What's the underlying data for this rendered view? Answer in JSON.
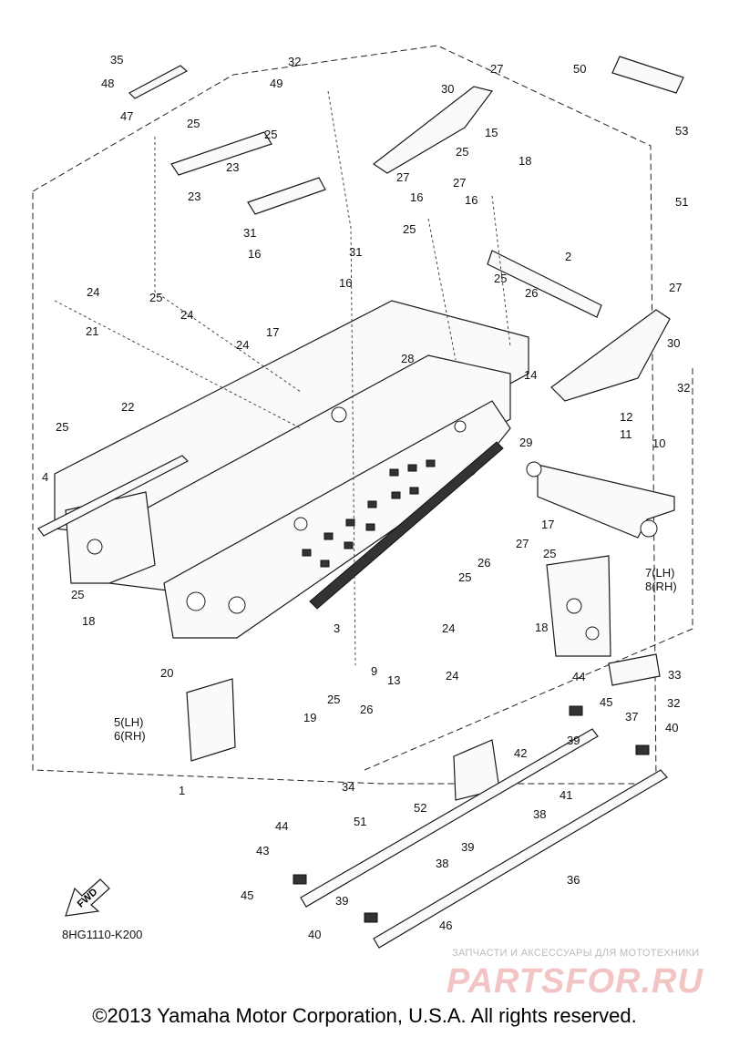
{
  "diagram": {
    "code": "8HG1110-K200",
    "fwd_label": "FWD",
    "callouts": [
      {
        "id": "1",
        "label": "1"
      },
      {
        "id": "2",
        "label": "2"
      },
      {
        "id": "3",
        "label": "3"
      },
      {
        "id": "4",
        "label": "4"
      },
      {
        "id": "5-6",
        "label": "5(LH)\n6(RH)"
      },
      {
        "id": "7-8",
        "label": "7(LH)\n8(RH)"
      },
      {
        "id": "9",
        "label": "9"
      },
      {
        "id": "10",
        "label": "10"
      },
      {
        "id": "11",
        "label": "11"
      },
      {
        "id": "12",
        "label": "12"
      },
      {
        "id": "13",
        "label": "13"
      },
      {
        "id": "14",
        "label": "14"
      },
      {
        "id": "15",
        "label": "15"
      },
      {
        "id": "16a",
        "label": "16"
      },
      {
        "id": "16b",
        "label": "16"
      },
      {
        "id": "16c",
        "label": "16"
      },
      {
        "id": "16d",
        "label": "16"
      },
      {
        "id": "17a",
        "label": "17"
      },
      {
        "id": "17b",
        "label": "17"
      },
      {
        "id": "18a",
        "label": "18"
      },
      {
        "id": "18b",
        "label": "18"
      },
      {
        "id": "18c",
        "label": "18"
      },
      {
        "id": "19",
        "label": "19"
      },
      {
        "id": "20",
        "label": "20"
      },
      {
        "id": "21",
        "label": "21"
      },
      {
        "id": "22",
        "label": "22"
      },
      {
        "id": "23a",
        "label": "23"
      },
      {
        "id": "23b",
        "label": "23"
      },
      {
        "id": "24a",
        "label": "24"
      },
      {
        "id": "24b",
        "label": "24"
      },
      {
        "id": "24c",
        "label": "24"
      },
      {
        "id": "24d",
        "label": "24"
      },
      {
        "id": "24e",
        "label": "24"
      },
      {
        "id": "25a",
        "label": "25"
      },
      {
        "id": "25b",
        "label": "25"
      },
      {
        "id": "25c",
        "label": "25"
      },
      {
        "id": "25d",
        "label": "25"
      },
      {
        "id": "25e",
        "label": "25"
      },
      {
        "id": "25f",
        "label": "25"
      },
      {
        "id": "25g",
        "label": "25"
      },
      {
        "id": "25h",
        "label": "25"
      },
      {
        "id": "25i",
        "label": "25"
      },
      {
        "id": "25j",
        "label": "25"
      },
      {
        "id": "25k",
        "label": "25"
      },
      {
        "id": "26a",
        "label": "26"
      },
      {
        "id": "26b",
        "label": "26"
      },
      {
        "id": "26c",
        "label": "26"
      },
      {
        "id": "27a",
        "label": "27"
      },
      {
        "id": "27b",
        "label": "27"
      },
      {
        "id": "27c",
        "label": "27"
      },
      {
        "id": "27d",
        "label": "27"
      },
      {
        "id": "27e",
        "label": "27"
      },
      {
        "id": "28",
        "label": "28"
      },
      {
        "id": "29",
        "label": "29"
      },
      {
        "id": "30a",
        "label": "30"
      },
      {
        "id": "30b",
        "label": "30"
      },
      {
        "id": "31a",
        "label": "31"
      },
      {
        "id": "31b",
        "label": "31"
      },
      {
        "id": "32a",
        "label": "32"
      },
      {
        "id": "32b",
        "label": "32"
      },
      {
        "id": "32c",
        "label": "32"
      },
      {
        "id": "33",
        "label": "33"
      },
      {
        "id": "34",
        "label": "34"
      },
      {
        "id": "35",
        "label": "35"
      },
      {
        "id": "36",
        "label": "36"
      },
      {
        "id": "37",
        "label": "37"
      },
      {
        "id": "38a",
        "label": "38"
      },
      {
        "id": "38b",
        "label": "38"
      },
      {
        "id": "39a",
        "label": "39"
      },
      {
        "id": "39b",
        "label": "39"
      },
      {
        "id": "39c",
        "label": "39"
      },
      {
        "id": "40a",
        "label": "40"
      },
      {
        "id": "40b",
        "label": "40"
      },
      {
        "id": "41",
        "label": "41"
      },
      {
        "id": "42",
        "label": "42"
      },
      {
        "id": "43",
        "label": "43"
      },
      {
        "id": "44a",
        "label": "44"
      },
      {
        "id": "44b",
        "label": "44"
      },
      {
        "id": "45a",
        "label": "45"
      },
      {
        "id": "45b",
        "label": "45"
      },
      {
        "id": "46",
        "label": "46"
      },
      {
        "id": "47",
        "label": "47"
      },
      {
        "id": "48",
        "label": "48"
      },
      {
        "id": "49",
        "label": "49"
      },
      {
        "id": "50",
        "label": "50"
      },
      {
        "id": "51a",
        "label": "51"
      },
      {
        "id": "51b",
        "label": "51"
      },
      {
        "id": "52",
        "label": "52"
      },
      {
        "id": "53",
        "label": "53"
      }
    ]
  },
  "watermark": {
    "subtitle": "ЗАПЧАСТИ И АКСЕССУАРЫ ДЛЯ МОТОТЕХНИКИ",
    "logo": "PARTSFOR.RU",
    "color": "#e8a3a3"
  },
  "copyright": "©2013 Yamaha Motor Corporation, U.S.A. All rights reserved."
}
